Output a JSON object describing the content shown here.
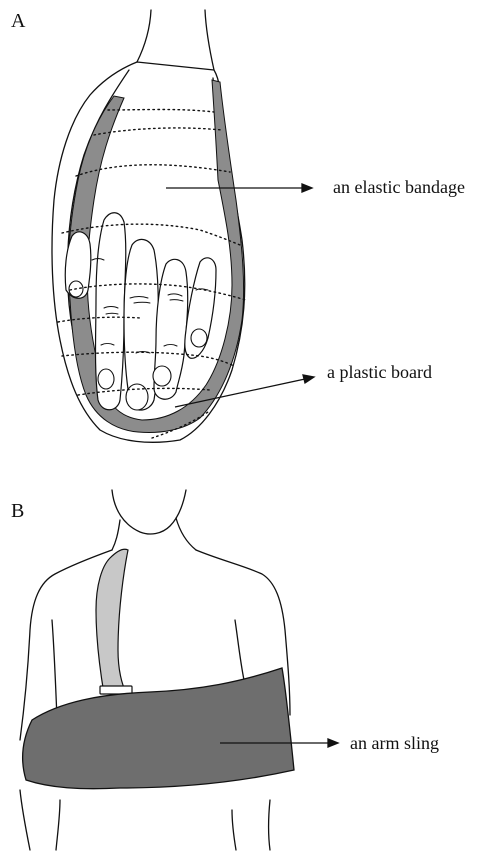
{
  "panel_a": {
    "letter": "A",
    "labels": {
      "elastic_bandage": "an elastic bandage",
      "plastic_board": "a plastic board"
    }
  },
  "panel_b": {
    "letter": "B",
    "labels": {
      "arm_sling": "an arm sling"
    }
  },
  "colors": {
    "line": "#111111",
    "board": "#8c8c8c",
    "sling": "#6e6e6e",
    "strap": "#c8c8c8",
    "background": "#ffffff"
  }
}
